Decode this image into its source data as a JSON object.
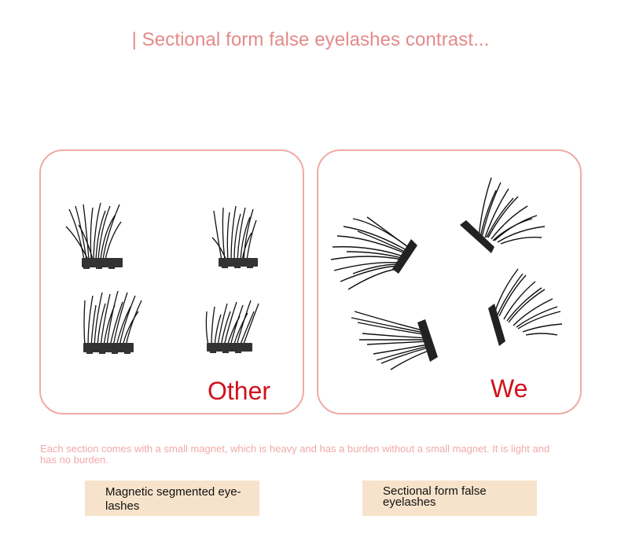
{
  "title": "| Sectional form false eyelashes contrast...",
  "panels": {
    "left_label": "Other",
    "right_label": "We"
  },
  "note": "Each section comes with a small magnet, which is heavy and has a burden without a small magnet. It is light and has no burden.",
  "tags": {
    "left": "Magnetic segmented eye-lashes",
    "right": "Sectional form false eyelashes"
  },
  "colors": {
    "title": "#e38a8a",
    "panel_border": "#efaaa4",
    "label": "#d1121c",
    "note": "#f2a9a9",
    "tag_bg": "#f7e3cb"
  }
}
